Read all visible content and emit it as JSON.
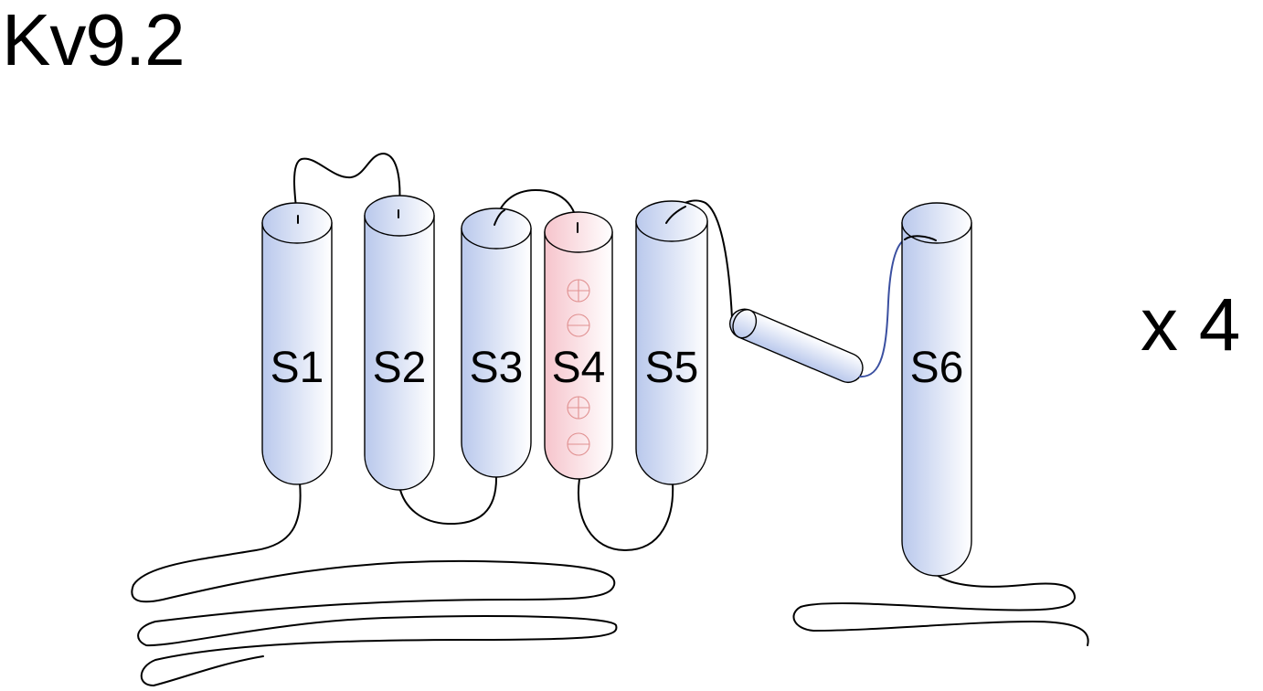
{
  "title": "Kv9.2",
  "multiplier": "x 4",
  "helices": [
    {
      "label": "S1",
      "type": "transmembrane"
    },
    {
      "label": "S2",
      "type": "transmembrane"
    },
    {
      "label": "S3",
      "type": "transmembrane"
    },
    {
      "label": "S4",
      "type": "voltage-sensor",
      "charges": [
        "plus",
        "minus",
        "plus",
        "minus"
      ]
    },
    {
      "label": "S5",
      "type": "transmembrane"
    },
    {
      "label": "S6",
      "type": "transmembrane"
    }
  ],
  "colors": {
    "helix_fill": "#b9c8ec",
    "voltage_sensor_fill": "#f6c4cc",
    "charge_symbol": "#e09090",
    "pore_link": "#3a4fa0"
  }
}
